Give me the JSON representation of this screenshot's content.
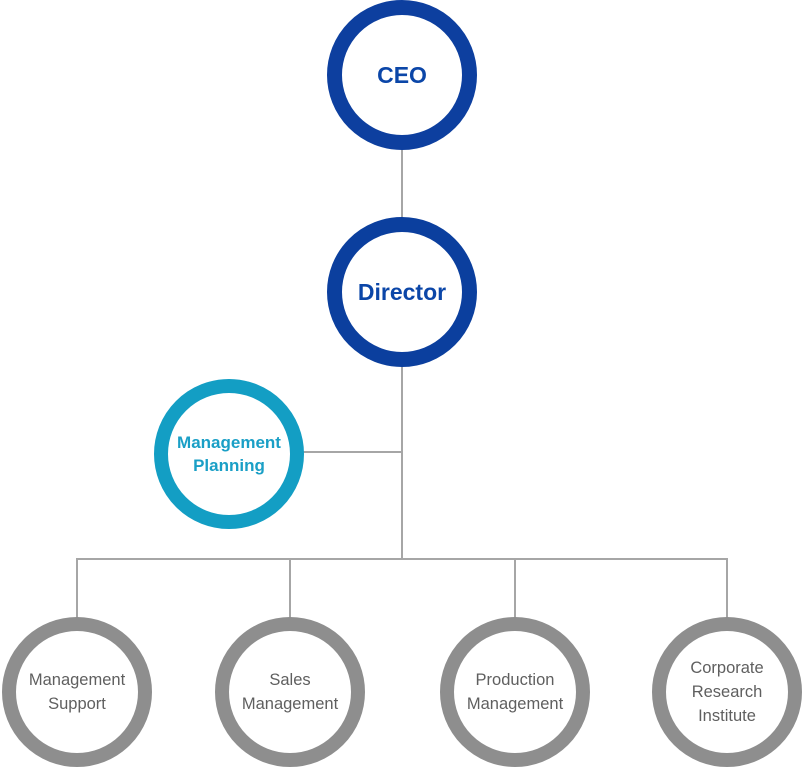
{
  "colors": {
    "executive": "#0b3f9e",
    "staff": "#139ec4",
    "department": "#8e8e8e",
    "connector": "#a6a6a6"
  },
  "org_chart": {
    "ceo": {
      "label": "CEO"
    },
    "director": {
      "label": "Director"
    },
    "staff_unit": {
      "line1": "Management",
      "line2": "Planning"
    },
    "departments": [
      {
        "line1": "Management",
        "line2": "Support",
        "line3": ""
      },
      {
        "line1": "Sales",
        "line2": "Management",
        "line3": ""
      },
      {
        "line1": "Production",
        "line2": "Management",
        "line3": ""
      },
      {
        "line1": "Corporate",
        "line2": "Research",
        "line3": "Institute"
      }
    ]
  }
}
